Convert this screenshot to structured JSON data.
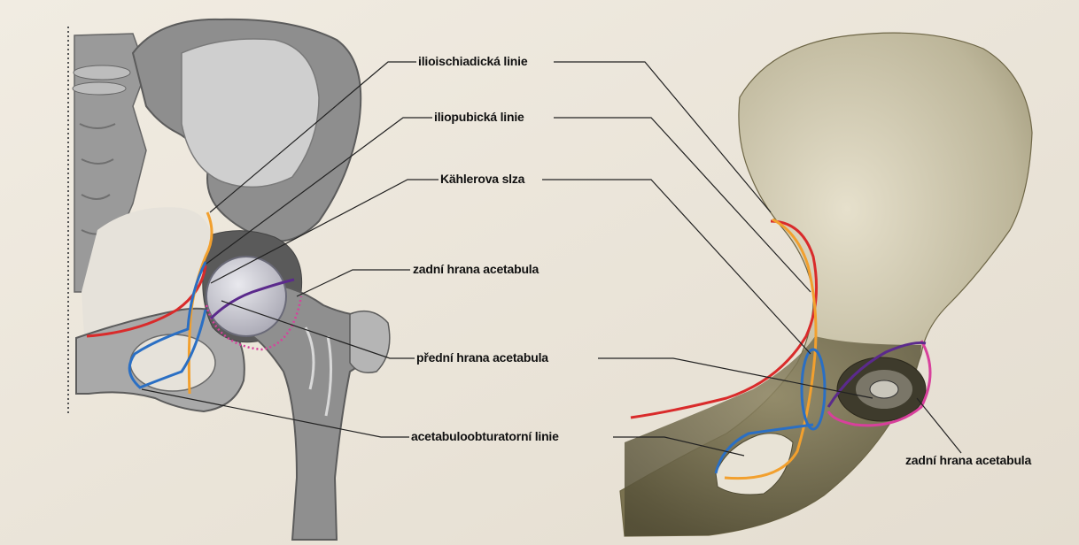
{
  "labels": {
    "ilioischiadic": "ilioischiadická linie",
    "iliopubic": "iliopubická linie",
    "kohler": "Kählerova slza",
    "posterior_wall_left": "zadní hrana acetabula",
    "anterior_wall": "přední hrana acetabula",
    "acetabuloobturator": "acetabuloobturatorní linie",
    "posterior_wall_right": "zadní hrana acetabula"
  },
  "line_colors": {
    "ilioischiadic": "#f2a02e",
    "iliopubic": "#d92b2b",
    "kohler": "#2a6fc4",
    "posterior_wall": "#d8409c",
    "anterior_wall": "#5b2a8c",
    "leader": "#222222"
  }
}
